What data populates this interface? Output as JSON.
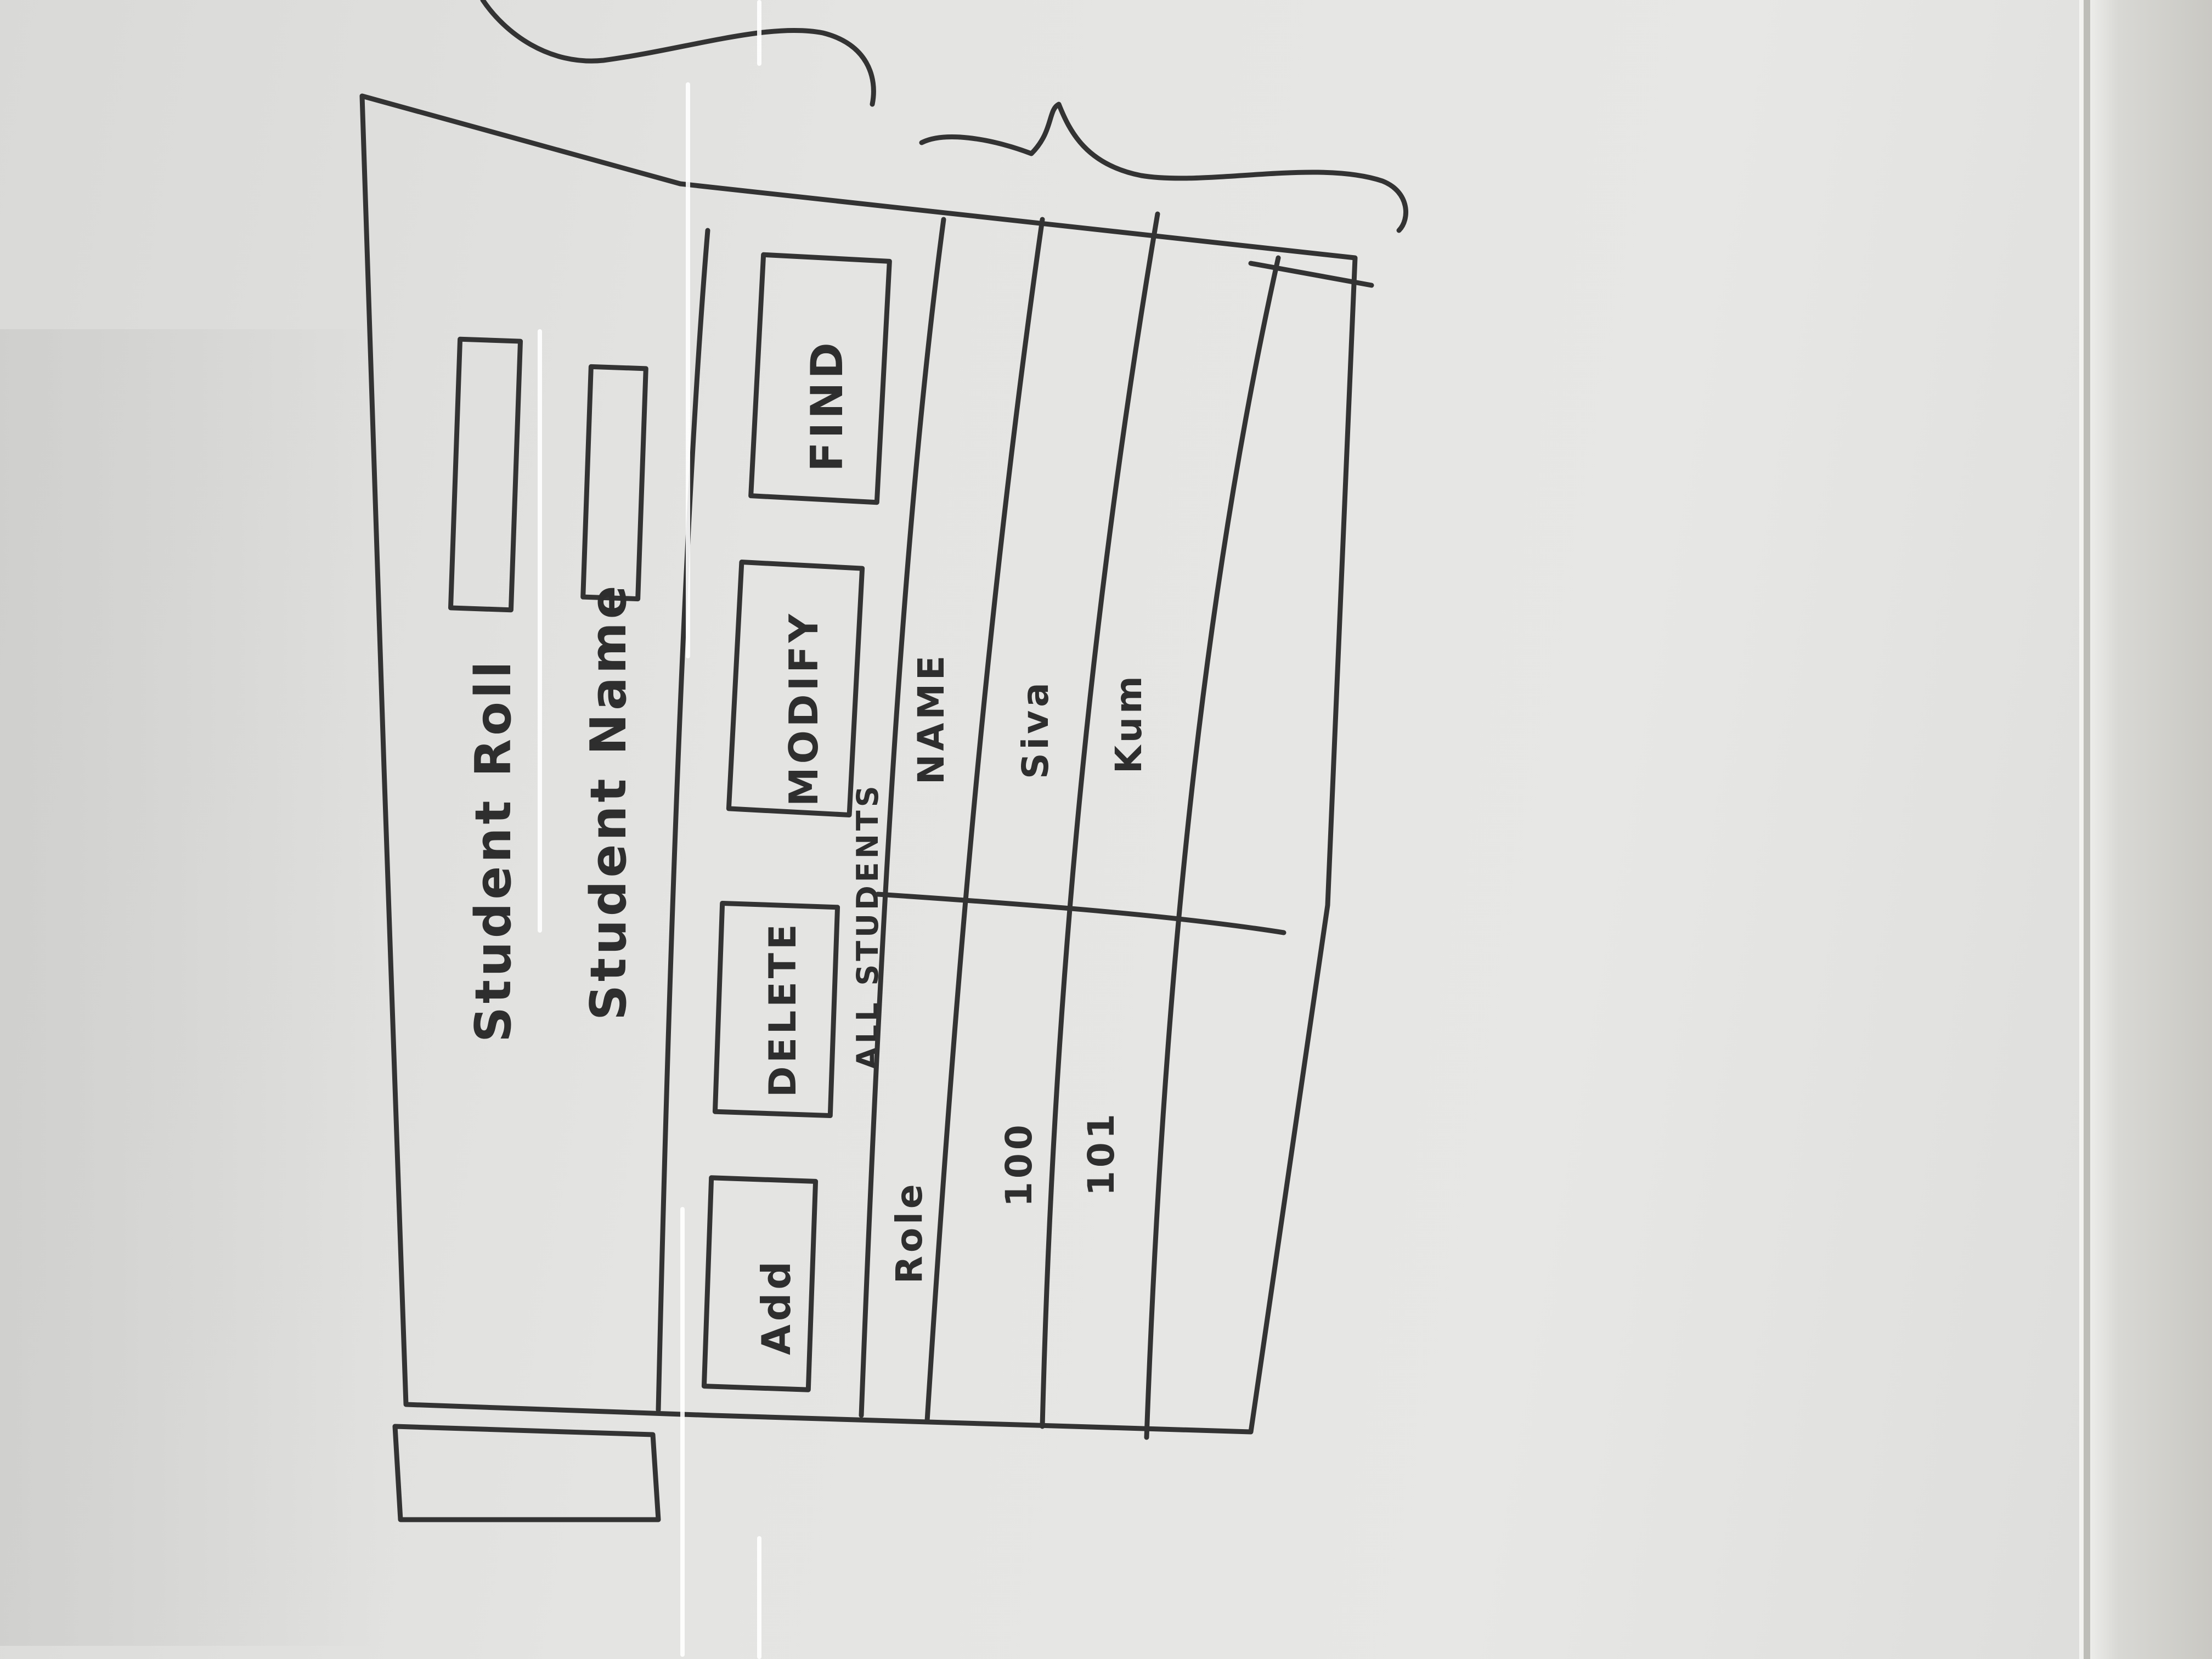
{
  "sketch": {
    "labels": {
      "student_roll": "Student Roll",
      "student_name": "Student Name"
    },
    "buttons": {
      "add": "Add",
      "delete": "DELETE",
      "modify": "MODIFY",
      "find": "FIND"
    },
    "table": {
      "caption": "ALL STUDENTS",
      "headers": [
        "Role",
        "NAME"
      ],
      "rows": [
        [
          "100",
          "Siva"
        ],
        [
          "101",
          "Kum"
        ]
      ]
    }
  },
  "colors": {
    "ink": "#2e2e2e",
    "board": "#e4e4e2"
  }
}
